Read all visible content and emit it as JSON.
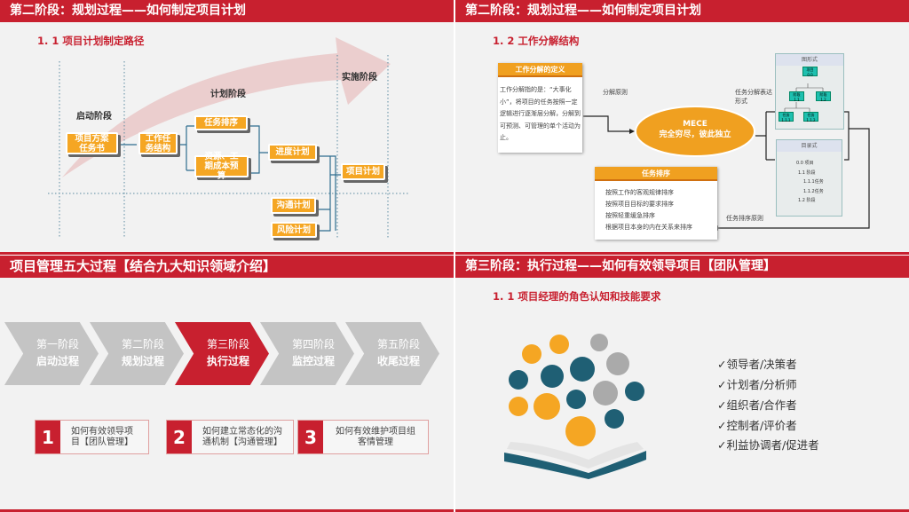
{
  "slide1": {
    "title": "第二阶段：规划过程——如何制定项目计划",
    "subtitle": "1. 1 项目计划制定路径",
    "phases": [
      "启动阶段",
      "计划阶段",
      "实施阶段"
    ],
    "boxes": [
      "项目方案任务书",
      "工作任务结构",
      "任务排序",
      "资源、工期成本预算",
      "进度计划",
      "项目计划",
      "沟通计划",
      "风险计划"
    ]
  },
  "slide2": {
    "title": "第二阶段：规划过程——如何制定项目计划",
    "subtitle": "1. 2 工作分解结构",
    "def_title": "工作分解的定义",
    "def_text": "工作分解指的是：“大事化小”，将项目的任务按照一定逻辑进行逐渐层分解，分解到可预测、可管理的单个活动为止。",
    "principle_label": "分解原则",
    "mece_title": "MECE",
    "mece_text": "完全穷尽，彼此独立",
    "form_label": "任务分解表达形式",
    "tree_title": "图形式",
    "tree_nodes": [
      "项目 0.0",
      "阶段 1.1",
      "阶段 1.2",
      "任务 1.1.1",
      "任务 1.1.2"
    ],
    "list_title": "目录式",
    "list_items": [
      "0.0 项目",
      "1.1 阶段",
      "1.1.1任务",
      "1.1.2任务",
      "1.2 阶段"
    ],
    "sort_title": "任务排序",
    "sort_items": [
      "按照工作的客观规律排序",
      "按照项目目标的要求排序",
      "按照轻重缓急排序",
      "根据项目本身的内在关系来排序"
    ],
    "sort_label": "任务排序原则"
  },
  "slide3": {
    "title": "项目管理五大过程【结合九大知识领域介绍】",
    "stages": [
      {
        "top": "第一阶段",
        "bottom": "启动过程"
      },
      {
        "top": "第二阶段",
        "bottom": "规划过程"
      },
      {
        "top": "第三阶段",
        "bottom": "执行过程"
      },
      {
        "top": "第四阶段",
        "bottom": "监控过程"
      },
      {
        "top": "第五阶段",
        "bottom": "收尾过程"
      }
    ],
    "active_stage": 2,
    "items": [
      {
        "num": "1",
        "text": "如何有效领导项目【团队管理】"
      },
      {
        "num": "2",
        "text": "如何建立常态化的沟通机制【沟通管理】"
      },
      {
        "num": "3",
        "text": "如何有效维护项目组客情管理"
      }
    ]
  },
  "slide4": {
    "title": "第三阶段：执行过程——如何有效领导项目【团队管理】",
    "subtitle": "1. 1 项目经理的角色认知和技能要求",
    "roles": [
      "✓领导者/决策者",
      "✓计划者/分析师",
      "✓组织者/合作者",
      "✓控制者/评价者",
      "✓利益协调者/促进者"
    ]
  },
  "colors": {
    "red": "#c8202f",
    "orange": "#f5a623",
    "teal": "#1f5f74",
    "gray": "#bdbdbd"
  }
}
